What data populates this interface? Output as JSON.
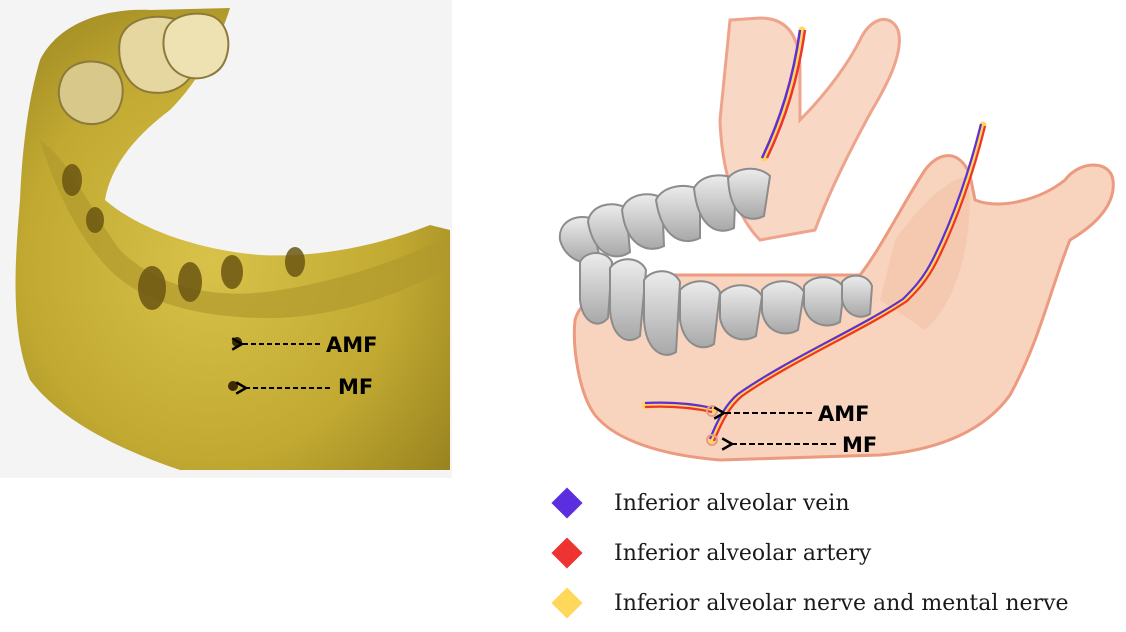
{
  "photo": {
    "labels": {
      "amf": "AMF",
      "mf": "MF"
    }
  },
  "diagram": {
    "labels": {
      "amf": "AMF",
      "mf": "MF"
    }
  },
  "legend": {
    "items": [
      {
        "label": "Inferior alveolar vein",
        "color": "#5b2fe0"
      },
      {
        "label": "Inferior alveolar artery",
        "color": "#ee3333"
      },
      {
        "label": "Inferior alveolar nerve and  mental nerve",
        "color": "#ffd75a"
      }
    ]
  },
  "colors": {
    "bone_photo": "#c9b33a",
    "bone_diagram": "#f8d4bf",
    "bone_outline": "#ec9a80",
    "teeth": "#b8b8b8"
  }
}
